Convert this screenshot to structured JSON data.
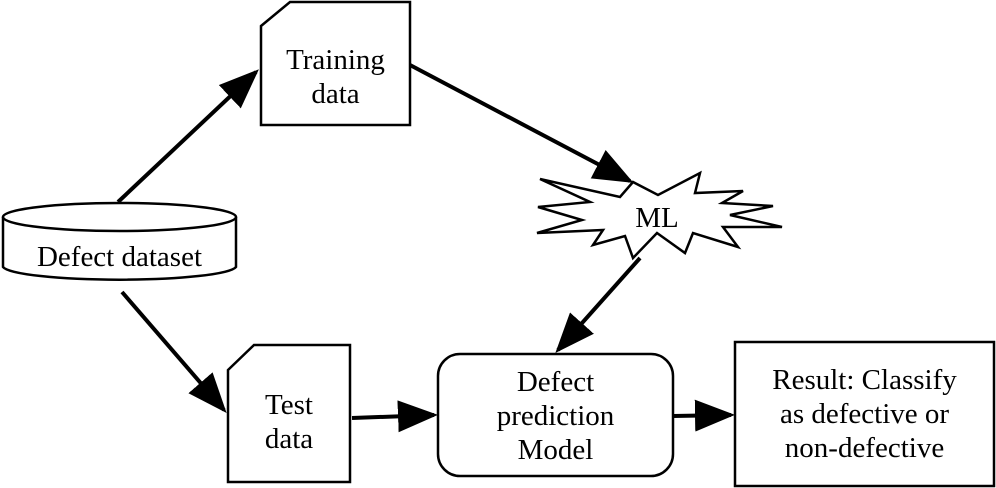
{
  "nodes": {
    "dataset": "Defect dataset",
    "training": [
      "Training",
      "data"
    ],
    "ml": "ML",
    "test": [
      "Test",
      "data"
    ],
    "model": [
      "Defect",
      "prediction",
      "Model"
    ],
    "result": [
      "Result: Classify",
      "as defective or",
      "non-defective"
    ]
  },
  "colors": {
    "stroke": "#000000",
    "fill": "#ffffff"
  }
}
